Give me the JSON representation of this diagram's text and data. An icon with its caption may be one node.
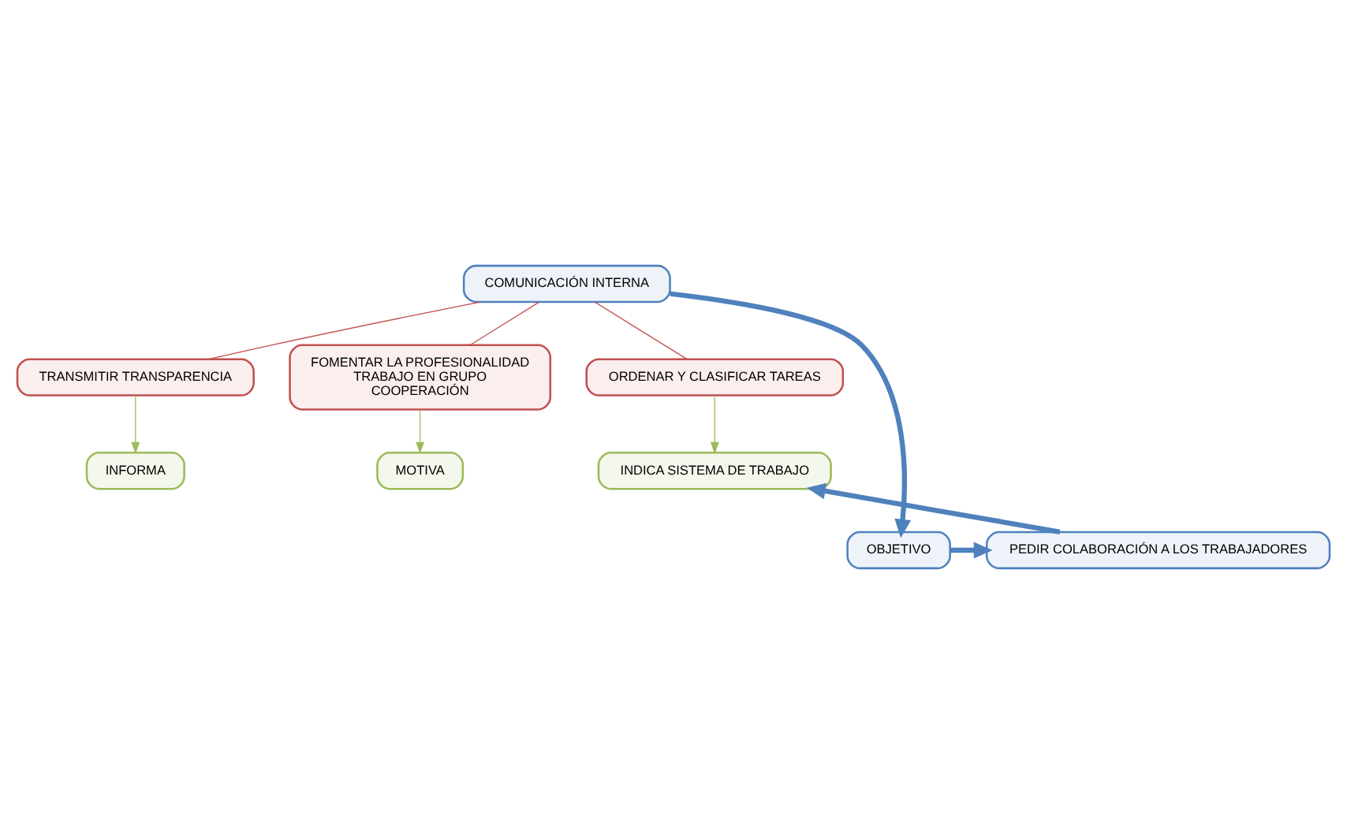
{
  "diagram": {
    "nodes": [
      {
        "text": [
          "COMUNICACIÓN INTERNA"
        ]
      },
      {
        "text": [
          "TRANSMITIR TRANSPARENCIA"
        ]
      },
      {
        "text": [
          "FOMENTAR LA PROFESIONALIDAD",
          "TRABAJO EN GRUPO",
          "COOPERACIÓN"
        ]
      },
      {
        "text": [
          "ORDENAR Y CLASIFICAR TAREAS"
        ]
      },
      {
        "text": [
          "INFORMA"
        ]
      },
      {
        "text": [
          "MOTIVA"
        ]
      },
      {
        "text": [
          "INDICA SISTEMA DE TRABAJO"
        ]
      },
      {
        "text": [
          "OBJETIVO"
        ]
      },
      {
        "text": [
          "PEDIR COLABORACIÓN A LOS TRABAJADORES"
        ]
      }
    ],
    "edges": [
      {
        "from": 0,
        "to": 1,
        "arrow": "none",
        "color": "#c0504d"
      },
      {
        "from": 0,
        "to": 2,
        "arrow": "none",
        "color": "#c0504d"
      },
      {
        "from": 0,
        "to": 3,
        "arrow": "none",
        "color": "#c0504d"
      },
      {
        "from": 1,
        "to": 4,
        "arrow": "to",
        "color": "#9bbb59"
      },
      {
        "from": 2,
        "to": 5,
        "arrow": "to",
        "color": "#9bbb59"
      },
      {
        "from": 3,
        "to": 6,
        "arrow": "to",
        "color": "#9bbb59"
      },
      {
        "from": 0,
        "to": 7,
        "arrow": "to",
        "style": "thick",
        "color": "#4f81bd"
      },
      {
        "from": 7,
        "to": 8,
        "arrow": "to",
        "style": "thick",
        "color": "#4f81bd"
      },
      {
        "from": 8,
        "to": 6,
        "arrow": "to",
        "style": "thick",
        "color": "#4f81bd"
      }
    ]
  }
}
